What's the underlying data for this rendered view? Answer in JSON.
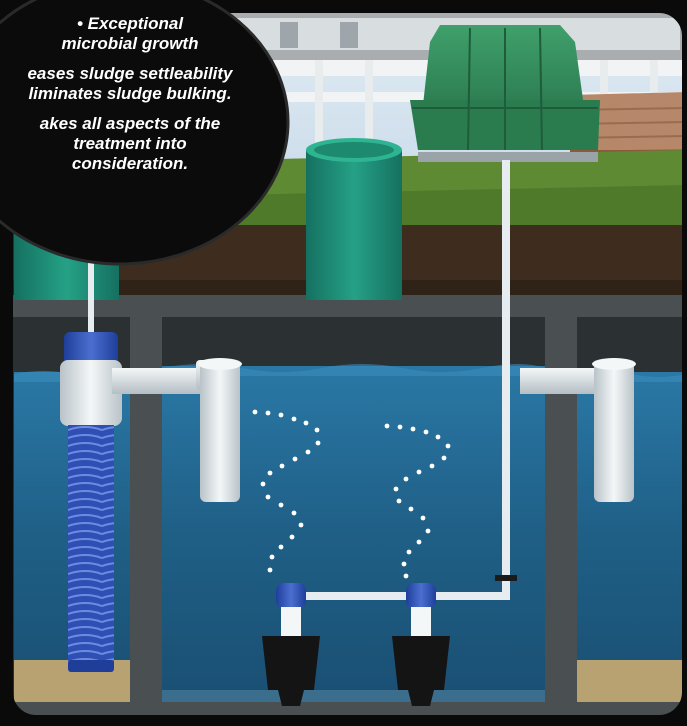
{
  "bubble": {
    "lines": [
      "• Exceptional",
      "microbial growth",
      "eases sludge settleability",
      "liminates sludge bulking.",
      "akes all aspects of the",
      "treatment into",
      "consideration."
    ]
  },
  "colors": {
    "water": "#1f5f86",
    "tank_wall": "#4a4f52",
    "grass": "#5e8a33",
    "soil": "#3e2d1e",
    "lid_green": "#2b7f52",
    "riser_teal": "#1f8e74",
    "diffuser_blue": "#2f4fb4",
    "pipe_white": "#e6ecef",
    "sludge": "#b8a271",
    "frame": "#0a0a0a"
  },
  "icons": [
    "air-pump-box",
    "riser",
    "pipe",
    "diffuser",
    "air-bubbles",
    "pump-filter"
  ]
}
